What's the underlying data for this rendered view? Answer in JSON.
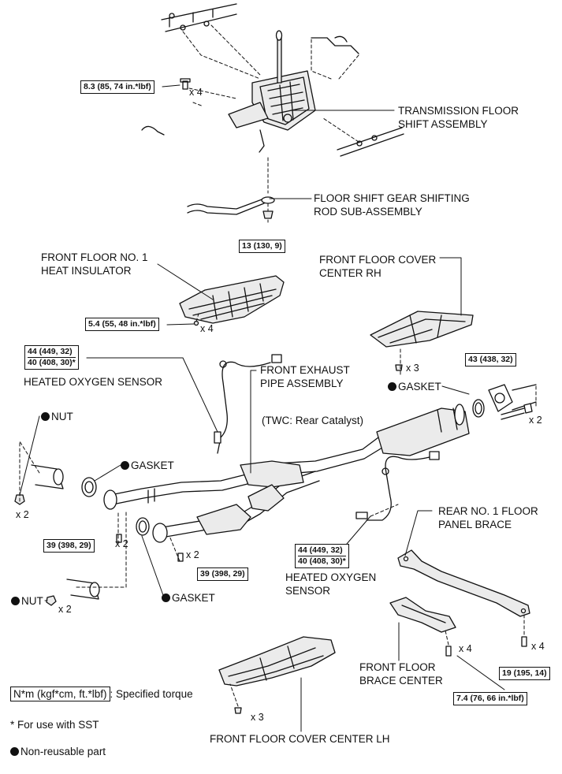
{
  "labels": {
    "transmission_floor_shift": [
      "TRANSMISSION FLOOR",
      "SHIFT ASSEMBLY"
    ],
    "gear_shifting_rod": [
      "FLOOR SHIFT GEAR SHIFTING",
      "ROD SUB-ASSEMBLY"
    ],
    "heat_insulator": [
      "FRONT FLOOR NO. 1",
      "HEAT INSULATOR"
    ],
    "floor_cover_rh": [
      "FRONT FLOOR COVER",
      "CENTER RH"
    ],
    "heated_oxygen_sensor_upper": "HEATED OXYGEN SENSOR",
    "front_exhaust_pipe": [
      "FRONT EXHAUST",
      "PIPE ASSEMBLY"
    ],
    "twc_note": "(TWC: Rear Catalyst)",
    "nut_upper": "NUT",
    "gasket_right": "GASKET",
    "gasket_left_upper": "GASKET",
    "gasket_left_lower": "GASKET",
    "nut_lower": "NUT",
    "rear_floor_brace": [
      "REAR NO. 1 FLOOR",
      "PANEL BRACE"
    ],
    "heated_oxygen_sensor_lower": [
      "HEATED OXYGEN",
      "SENSOR"
    ],
    "front_floor_brace_center": [
      "FRONT FLOOR",
      "BRACE CENTER"
    ],
    "floor_cover_lh": "FRONT FLOOR COVER CENTER LH"
  },
  "torque": {
    "shift_bolts": "8.3 (85, 74 in.*lbf)",
    "rod_nut": "13 (130, 9)",
    "insulator": "5.4 (55, 48 in.*lbf)",
    "sensor_upper": [
      "44 (449, 32)",
      "40 (408, 30)*"
    ],
    "tail_bolts": "43 (438, 32)",
    "flange_left": "39 (398, 29)",
    "flange_right": "39 (398, 29)",
    "sensor_lower": [
      "44 (449, 32)",
      "40 (408, 30)*"
    ],
    "rear_brace": "19 (195, 14)",
    "brace_center": "7.4 (76, 66 in.*lbf)"
  },
  "quantities": {
    "shift_bolts": "x 4",
    "insulator": "x 4",
    "cover_rh": "x 3",
    "tail_bolts": "x 2",
    "nut_upper": "x 2",
    "flange_left": "x 2",
    "flange_right": "x 2",
    "nut_lower": "x 2",
    "brace_center": "x 4",
    "rear_brace": "x 4",
    "cover_lh": "x 3"
  },
  "legend": {
    "torque_unit": "N*m (kgf*cm, ft.*lbf)",
    "torque_suffix": ": Specified torque",
    "sst_note": "* For use with SST",
    "non_reusable": "Non-reusable part"
  },
  "colors": {
    "line": "#111111",
    "background": "#ffffff",
    "part_fill": "#ebebeb"
  }
}
